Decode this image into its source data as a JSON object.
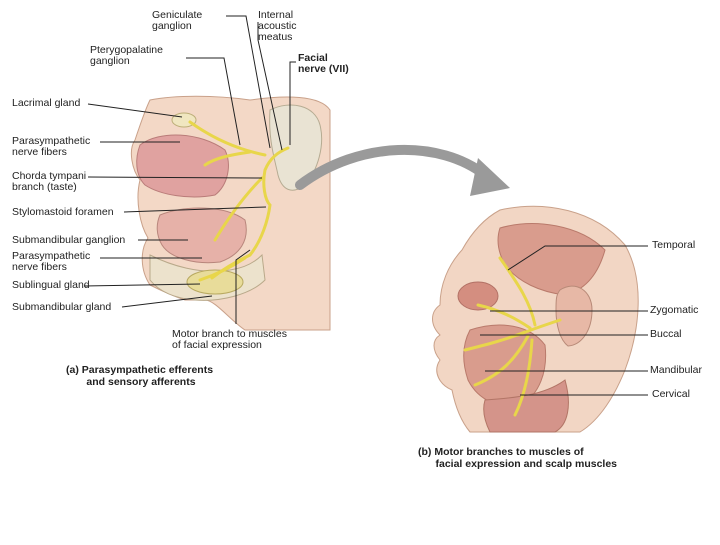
{
  "panel_a": {
    "labels": {
      "geniculate": "Geniculate\nganglion",
      "internal_meatus": "Internal\nacoustic\nmeatus",
      "facial_nerve": "Facial\nnerve (VII)",
      "pterygopalatine": "Pterygopalatine\nganglion",
      "lacrimal": "Lacrimal gland",
      "parasym_fibers_1": "Parasympathetic\nnerve fibers",
      "chorda": "Chorda tympani\nbranch (taste)",
      "stylomastoid": "Stylomastoid foramen",
      "submandibular_ganglion": "Submandibular ganglion",
      "parasym_fibers_2": "Parasympathetic\nnerve fibers",
      "sublingual": "Sublingual gland",
      "submandibular_gland": "Submandibular gland",
      "motor_branch": "Motor branch to muscles\nof facial expression"
    },
    "caption": "(a) Parasympathetic efferents\n       and sensory afferents"
  },
  "panel_b": {
    "labels": {
      "temporal": "Temporal",
      "zygomatic": "Zygomatic",
      "buccal": "Buccal",
      "mandibular": "Mandibular",
      "cervical": "Cervical"
    },
    "caption": "(b) Motor branches to muscles of\n      facial expression and scalp muscles"
  },
  "colors": {
    "nerve": "#e8d64a",
    "skin": "#f3d2bd",
    "muscle": "#d89a8a",
    "bone": "#ece5d4",
    "arrow": "#9a9a9a"
  }
}
